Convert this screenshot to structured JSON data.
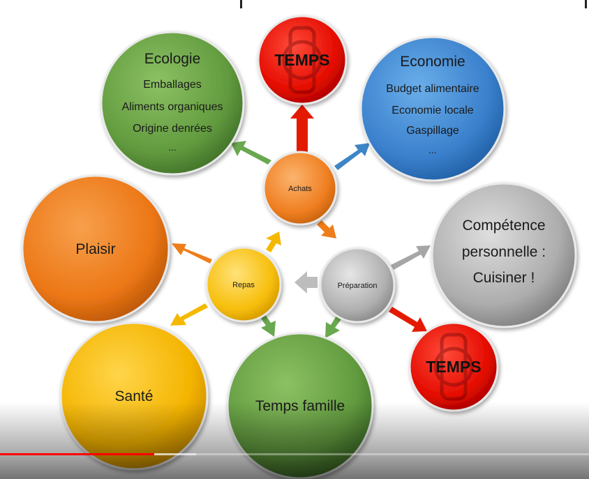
{
  "center": {
    "achats": "Achats",
    "preparation": "Préparation",
    "repas": "Repas"
  },
  "ecologie": {
    "title": "Ecologie",
    "items": [
      "Emballages",
      "Aliments organiques",
      "Origine denrées",
      "..."
    ]
  },
  "economie": {
    "title": "Economie",
    "items": [
      "Budget alimentaire",
      "Economie locale",
      "Gaspillage",
      "..."
    ]
  },
  "temps_top": "TEMPS",
  "temps_bottom": "TEMPS",
  "competence": {
    "lines": [
      "Compétence",
      "personnelle :",
      "Cuisiner !"
    ]
  },
  "plaisir": "Plaisir",
  "sante": "Santé",
  "temps_famille": "Temps famille",
  "video": {
    "played_fraction": 0.262,
    "buffered_fraction": 0.333
  },
  "colors": {
    "green": "#6aa84f",
    "blue": "#3d85c6",
    "red": "#e00000",
    "orange": "#ee7d1a",
    "yellow": "#f5b800",
    "gray": "#a6a6a6",
    "player_red": "#ff0000"
  }
}
